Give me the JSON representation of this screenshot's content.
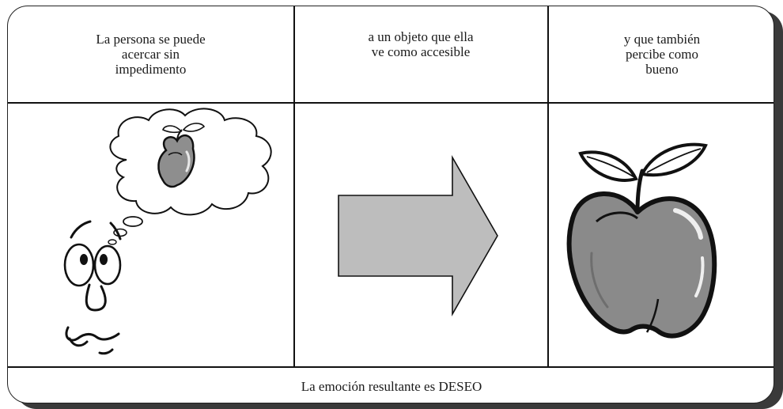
{
  "columns": [
    {
      "caption": "La persona se puede\nacercar sin\nimpedimento",
      "image": "thinking-face-icon"
    },
    {
      "caption": "a un objeto que ella\nve como accesible",
      "image": "right-arrow-icon"
    },
    {
      "caption": "y que también\npercibe como\nbueno",
      "image": "apple-icon"
    }
  ],
  "footer": "La emoción resultante es DESEO",
  "colors": {
    "border": "#111111",
    "fill_gray": "#bdbdbd",
    "apple_gray": "#8a8a8a",
    "shadow": "#3a3a3a"
  }
}
